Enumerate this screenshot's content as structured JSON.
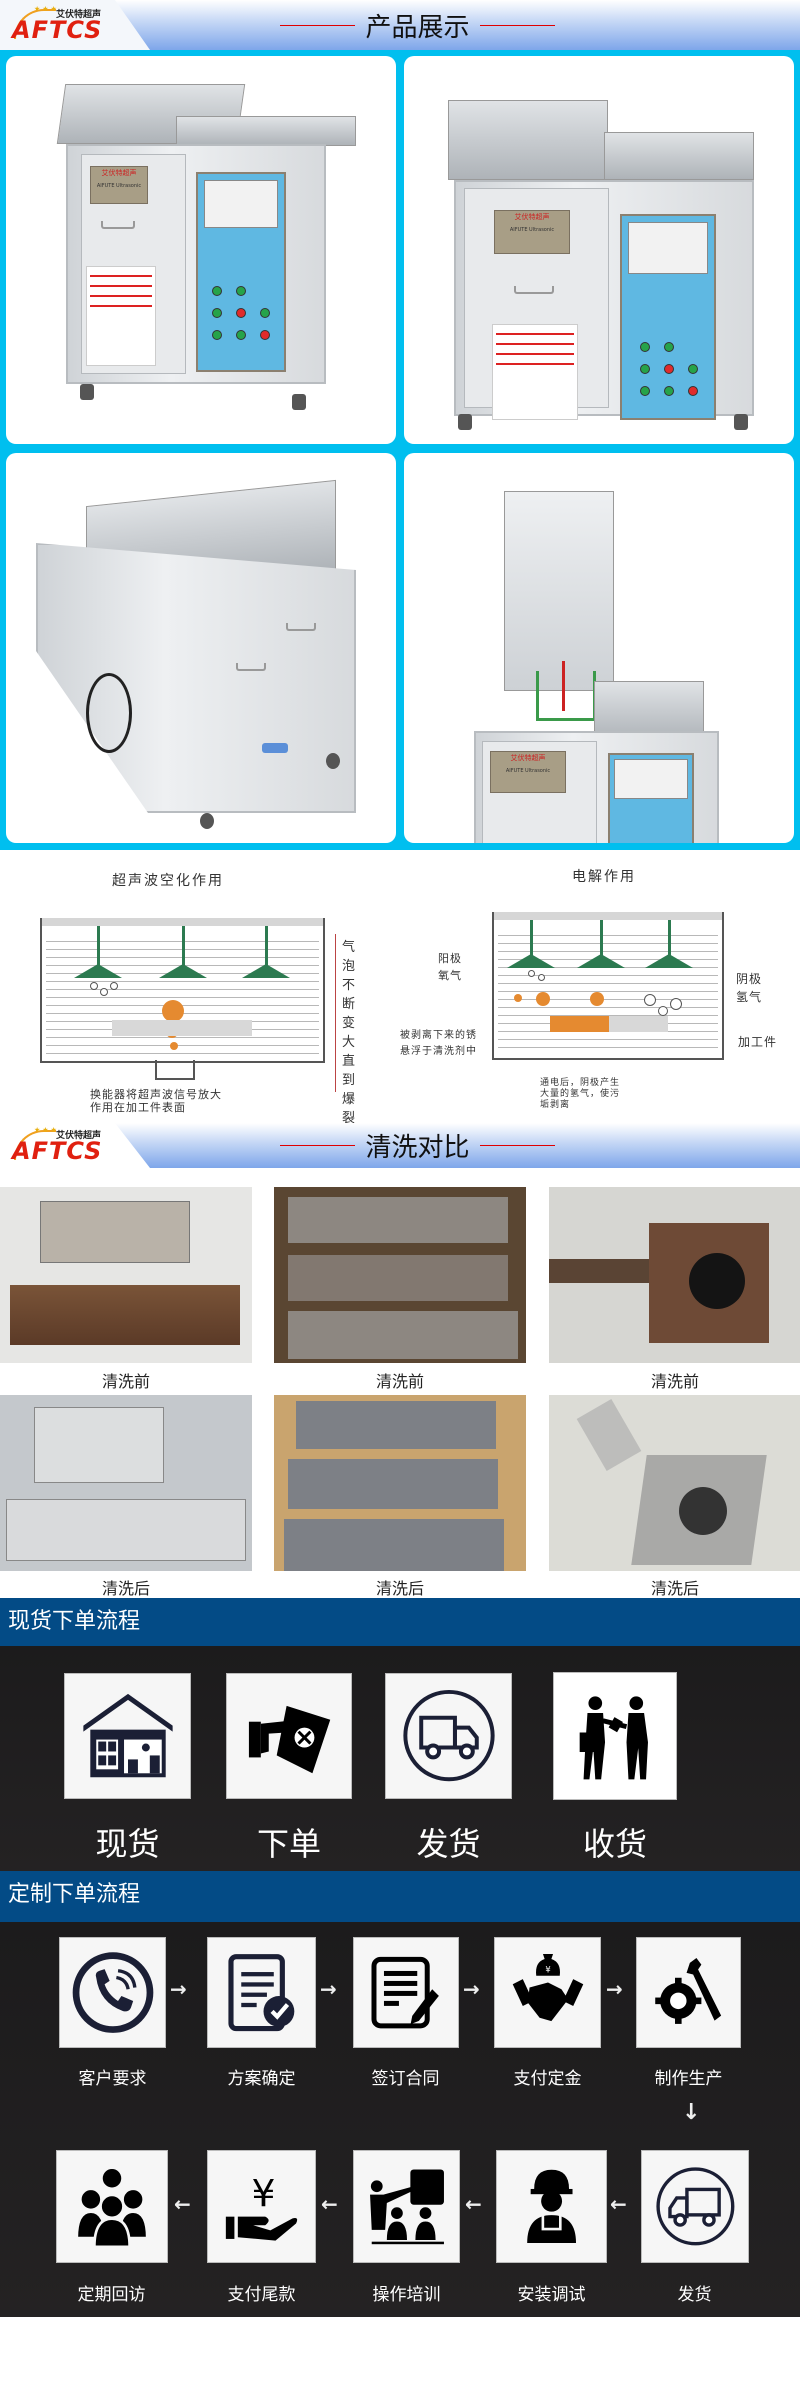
{
  "brand": {
    "logo_text_en": "AFTCS",
    "logo_text_cn": "艾伏特超声",
    "nameplate_cn": "艾伏特超声",
    "nameplate_en": "AIFUTE Ultrasonic"
  },
  "sections": {
    "product_display": {
      "title": "产品展示"
    },
    "cleaning_comparison": {
      "title": "清洗对比"
    }
  },
  "colors": {
    "header_gradient_end": "#7ea6ea",
    "product_bg": "#00bfef",
    "title_rule": "#e00000",
    "process_bar": "#034b86",
    "process_bg": "#1e1d1e"
  },
  "products": [
    {
      "view": "front-left 3/4 view, lid closed"
    },
    {
      "view": "front-right 3/4 view, lid closed"
    },
    {
      "view": "rear side view with drain valve and cable"
    },
    {
      "view": "front view, lid open with basket"
    }
  ],
  "diagrams": {
    "ultrasonic": {
      "title": "超声波空化作用",
      "side_note": "气泡不断变大直到爆裂",
      "bottom_note_line1": "换能器将超声波信号放大",
      "bottom_note_line2": "作用在加工件表面"
    },
    "electrolysis": {
      "title": "电解作用",
      "anode_label": "阳极",
      "anode_gas": "氧气",
      "cathode_label": "阴极",
      "cathode_gas": "氢气",
      "rust_note_line1": "被剥离下来的锈",
      "rust_note_line2": "悬浮于清洗剂中",
      "workpiece_label": "加工件",
      "bottom_note_line1": "通电后，阴极产生",
      "bottom_note_line2": "大量的氢气，使污",
      "bottom_note_line3": "垢剥离"
    }
  },
  "comparison": {
    "before_label": "清洗前",
    "after_label": "清洗后",
    "items": [
      {
        "subject": "connector mold plates"
      },
      {
        "subject": "round-cavity mold blocks"
      },
      {
        "subject": "square block with bore"
      }
    ]
  },
  "stock_process": {
    "title": "现货下单流程",
    "steps": [
      {
        "label": "现货",
        "icon": "warehouse-icon"
      },
      {
        "label": "下单",
        "icon": "order-icon"
      },
      {
        "label": "发货",
        "icon": "delivery-truck-icon"
      },
      {
        "label": "收货",
        "icon": "receive-handover-icon"
      }
    ]
  },
  "custom_process": {
    "title": "定制下单流程",
    "row1": [
      {
        "label": "客户要求",
        "icon": "phone-icon"
      },
      {
        "label": "方案确定",
        "icon": "document-check-icon"
      },
      {
        "label": "签订合同",
        "icon": "contract-sign-icon"
      },
      {
        "label": "支付定金",
        "icon": "handshake-money-icon"
      },
      {
        "label": "制作生产",
        "icon": "gear-wrench-icon"
      }
    ],
    "row2": [
      {
        "label": "定期回访",
        "icon": "group-people-icon"
      },
      {
        "label": "支付尾款",
        "icon": "hand-yen-icon"
      },
      {
        "label": "操作培训",
        "icon": "training-icon"
      },
      {
        "label": "安装调试",
        "icon": "worker-icon"
      },
      {
        "label": "发货",
        "icon": "delivery-truck-icon"
      }
    ],
    "arrow_right": "→",
    "arrow_left": "←",
    "arrow_down": "↓"
  }
}
